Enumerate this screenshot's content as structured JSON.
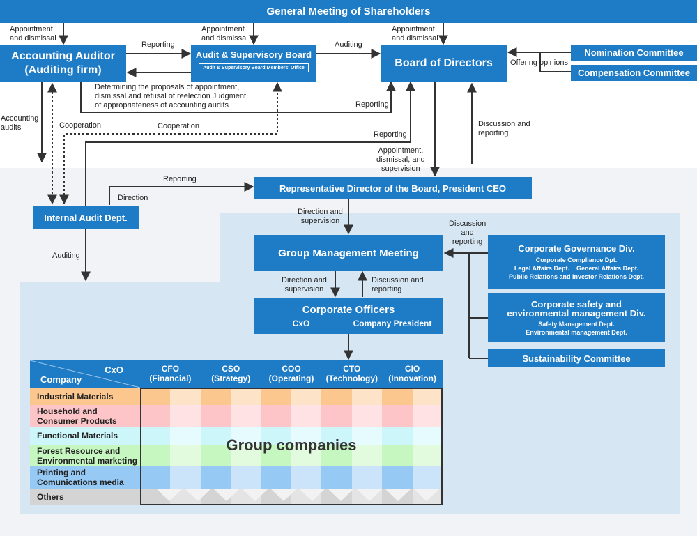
{
  "boxes": {
    "shareholders": "General Meeting of Shareholders",
    "accounting_auditor_line1": "Accounting Auditor",
    "accounting_auditor_line2": "(Auditing firm)",
    "audit_board": "Audit & Supervisory Board",
    "audit_board_office": "Audit & Supervisory Board Members' Office",
    "board_of_directors": "Board of Directors",
    "nomination_committee": "Nomination Committee",
    "compensation_committee": "Compensation Committee",
    "representative_director": "Representative Director of the Board, President CEO",
    "internal_audit": "Internal Audit Dept.",
    "group_management_meeting": "Group Management Meeting",
    "corporate_officers": "Corporate Officers",
    "corporate_officers_cxo": "CxO",
    "corporate_officers_president": "Company President",
    "governance_div": "Corporate Governance Div.",
    "governance_sub1": "Corporate Compliance Dpt.",
    "governance_sub2": "Legal Affairs Dept.    General Affairs Dept.",
    "governance_sub3": "Public Relations and Investor Relations Dept.",
    "safety_div_line1": "Corporate safety and",
    "safety_div_line2": "environmental management Div.",
    "safety_sub1": "Safety Management Dept.",
    "safety_sub2": "Environmental management Dept.",
    "sustainability": "Sustainability Committee"
  },
  "labels": {
    "appt1_line1": "Appointment",
    "appt1_line2": "and dismissal",
    "appt2_line1": "Appointment",
    "appt2_line2": "and dismissal",
    "appt3_line1": "Appointment",
    "appt3_line2": "and dismissal",
    "reporting_aa_to_asb": "Reporting",
    "auditing_asb_to_bod": "Auditing",
    "offering_opinions": "Offering opinions",
    "determining_line1": "Determining the proposals of appointment,",
    "determining_line2": "dismissal and refusal of reelection Judgment",
    "determining_line3": "of appropriateness of accounting audits",
    "reporting_to_bod_1": "Reporting",
    "reporting_to_bod_2": "Reporting",
    "accounting_audits_line1": "Accounting",
    "accounting_audits_line2": "audits",
    "cooperation_1": "Cooperation",
    "cooperation_2": "Cooperation",
    "appt_sup_line1": "Appointment,",
    "appt_sup_line2": "dismissal, and",
    "appt_sup_line3": "supervision",
    "disc_rep_line1": "Discussion and",
    "disc_rep_line2": "reporting",
    "reporting_ia_to_ceo": "Reporting",
    "direction_ceo_to_ia": "Direction",
    "dir_sup_1_line1": "Direction and",
    "dir_sup_1_line2": "supervision",
    "auditing_ia": "Auditing",
    "disc_rep_2_line1": "Discussion",
    "disc_rep_2_line2": "and",
    "disc_rep_2_line3": "reporting",
    "dir_sup_2_line1": "Direction and",
    "dir_sup_2_line2": "supervision",
    "disc_rep_3_line1": "Discussion and",
    "disc_rep_3_line2": "reporting"
  },
  "matrix": {
    "corner_top": "CxO",
    "corner_bottom": "Company",
    "columns": [
      {
        "code": "CFO",
        "name": "(Financial)"
      },
      {
        "code": "CSO",
        "name": "(Strategy)"
      },
      {
        "code": "COO",
        "name": "(Operating)"
      },
      {
        "code": "CTO",
        "name": "(Technology)"
      },
      {
        "code": "CIO",
        "name": "(Innovation)"
      }
    ],
    "rows": [
      {
        "line1": "Industrial Materials",
        "line2": "",
        "color": "#fbc78f",
        "light": "#fde3c7"
      },
      {
        "line1": "Household and",
        "line2": "Consumer Products",
        "color": "#fdc5c8",
        "light": "#fee2e4"
      },
      {
        "line1": "Functional Materials",
        "line2": "",
        "color": "#cdf6fb",
        "light": "#e6fbfd"
      },
      {
        "line1": "Forest Resource and",
        "line2": "Environmental marketing",
        "color": "#c6f7c0",
        "light": "#e2fbdf"
      },
      {
        "line1": "Printing and",
        "line2": "Comunications media",
        "color": "#96c9f4",
        "light": "#cbe4f9"
      },
      {
        "line1": "Others",
        "line2": "",
        "color": "#d4d4d4",
        "light": "#e4e4e4"
      }
    ],
    "group_companies": "Group companies"
  },
  "colors": {
    "box_blue": "#1e7bc6",
    "panel_gray": "#f1f3f6",
    "panel_blue": "#d6e6f3",
    "line": "#333333"
  }
}
